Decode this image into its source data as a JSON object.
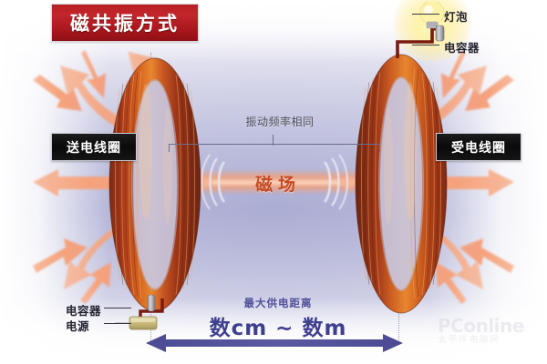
{
  "title": {
    "text": "磁共振方式"
  },
  "labels": {
    "transmit_coil": "送电线圈",
    "receive_coil": "受电线圈",
    "same_frequency": "振动频率相同",
    "magnetic_field": "磁场",
    "max_distance_caption": "最大供电距离",
    "max_distance_value": "数cm ~ 数m"
  },
  "callouts": {
    "capacitor_left": "电容器",
    "power_source_left": "电源",
    "bulb": "灯泡",
    "capacitor_right": "电容器"
  },
  "watermark": {
    "main": "PConline",
    "sub": "太平洋电脑网"
  },
  "colors": {
    "banner_red": "#b81f24",
    "coil_copper": "#c2521f",
    "arrow_salmon": "#f5a985",
    "field_orange": "#c64a22",
    "distance_purple": "#3f3f8f",
    "tag_black": "#0a0a0a",
    "background_lavender": "#c6c6e0"
  },
  "icons": {
    "bulb": "light-bulb-icon",
    "capacitor": "capacitor-icon",
    "power": "power-source-icon"
  }
}
